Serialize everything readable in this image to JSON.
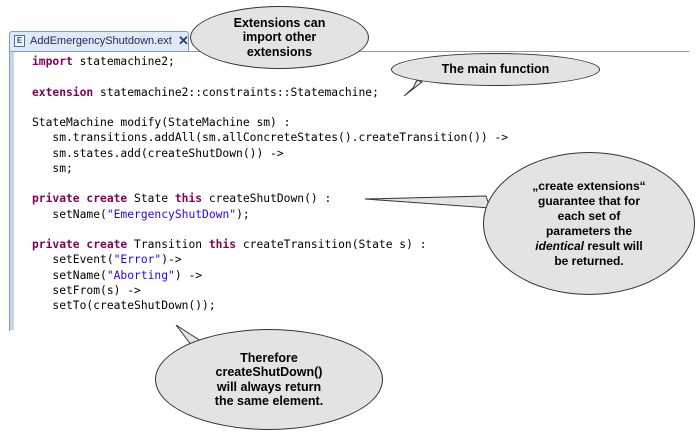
{
  "editor": {
    "tab": {
      "title": "AddEmergencyShutdown.ext",
      "icon": "ext-file-icon",
      "close_glyph": "✕"
    },
    "lines": [
      {
        "parts": [
          {
            "t": "kw",
            "v": "import"
          },
          {
            "t": "p",
            "v": " statemachine2;"
          }
        ]
      },
      {
        "parts": []
      },
      {
        "parts": [
          {
            "t": "kw",
            "v": "extension"
          },
          {
            "t": "p",
            "v": " statemachine2::constraints::Statemachine;"
          }
        ]
      },
      {
        "parts": []
      },
      {
        "parts": [
          {
            "t": "p",
            "v": "StateMachine modify(StateMachine sm) :"
          }
        ]
      },
      {
        "parts": [
          {
            "t": "p",
            "v": "   sm.transitions.addAll(sm.allConcreteStates().createTransition()) ->"
          }
        ]
      },
      {
        "parts": [
          {
            "t": "p",
            "v": "   sm.states.add(createShutDown()) ->"
          }
        ]
      },
      {
        "parts": [
          {
            "t": "p",
            "v": "   sm;"
          }
        ]
      },
      {
        "parts": []
      },
      {
        "parts": [
          {
            "t": "kw",
            "v": "private"
          },
          {
            "t": "p",
            "v": " "
          },
          {
            "t": "kw",
            "v": "create"
          },
          {
            "t": "p",
            "v": " State "
          },
          {
            "t": "kw",
            "v": "this"
          },
          {
            "t": "p",
            "v": " createShutDown() :"
          }
        ]
      },
      {
        "parts": [
          {
            "t": "p",
            "v": "   setName("
          },
          {
            "t": "str",
            "v": "\"EmergencyShutDown\""
          },
          {
            "t": "p",
            "v": ");"
          }
        ]
      },
      {
        "parts": []
      },
      {
        "parts": [
          {
            "t": "kw",
            "v": "private"
          },
          {
            "t": "p",
            "v": " "
          },
          {
            "t": "kw",
            "v": "create"
          },
          {
            "t": "p",
            "v": " Transition "
          },
          {
            "t": "kw",
            "v": "this"
          },
          {
            "t": "p",
            "v": " createTransition(State s) :"
          }
        ]
      },
      {
        "parts": [
          {
            "t": "p",
            "v": "   setEvent("
          },
          {
            "t": "str",
            "v": "\"Error\""
          },
          {
            "t": "p",
            "v": ")->"
          }
        ]
      },
      {
        "parts": [
          {
            "t": "p",
            "v": "   setName("
          },
          {
            "t": "str",
            "v": "\"Aborting\""
          },
          {
            "t": "p",
            "v": ") ->"
          }
        ]
      },
      {
        "parts": [
          {
            "t": "p",
            "v": "   setFrom(s) ->"
          }
        ]
      },
      {
        "parts": [
          {
            "t": "p",
            "v": "   setTo(createShutDown());"
          }
        ]
      }
    ]
  },
  "callouts": {
    "extensions": {
      "lines": [
        "Extensions can",
        "import other",
        "extensions"
      ]
    },
    "main": {
      "lines": [
        "The main function"
      ]
    },
    "create_ext": {
      "lines": [
        "„create extensions“",
        "guarantee that for",
        "each set of",
        "parameters the",
        "identical result will",
        "be returned."
      ],
      "italic_word": "identical"
    },
    "therefore": {
      "lines": [
        "Therefore",
        "createShutDown()",
        "will always return",
        "the same element."
      ]
    }
  },
  "colors": {
    "keyword": "#7f0055",
    "string": "#2a00ff",
    "callout_fill": "#e3e3e3"
  }
}
